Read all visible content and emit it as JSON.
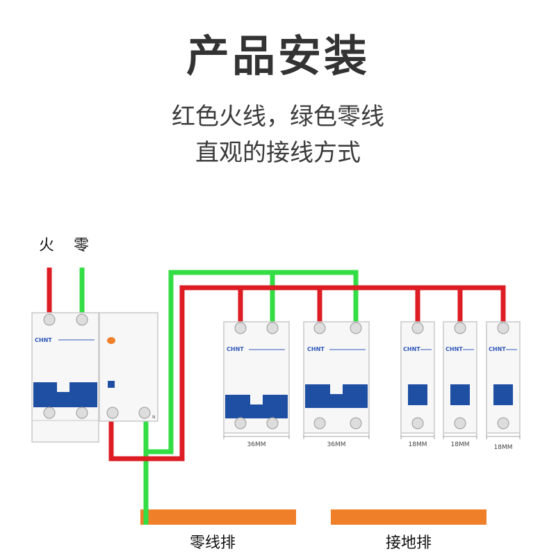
{
  "header": {
    "title": "产品安装",
    "subtitle_line1": "红色火线，绿色零线",
    "subtitle_line2": "直观的接线方式"
  },
  "inputs": {
    "live_label": "火",
    "neutral_label": "零"
  },
  "breakers": {
    "brand": "CHNT",
    "widths": [
      "36MM",
      "36MM",
      "18MM",
      "18MM",
      "18MM"
    ],
    "rcd_n_mark": "N"
  },
  "bars": {
    "neutral_bar_label": "零线排",
    "ground_bar_label": "接地排"
  },
  "colors": {
    "live": "#dd1c24",
    "neutral": "#33dd44",
    "busbar": "#f07f2a",
    "handle": "#1f4fa3",
    "body": "#f7f7f7",
    "brand": "#2f58b8"
  }
}
